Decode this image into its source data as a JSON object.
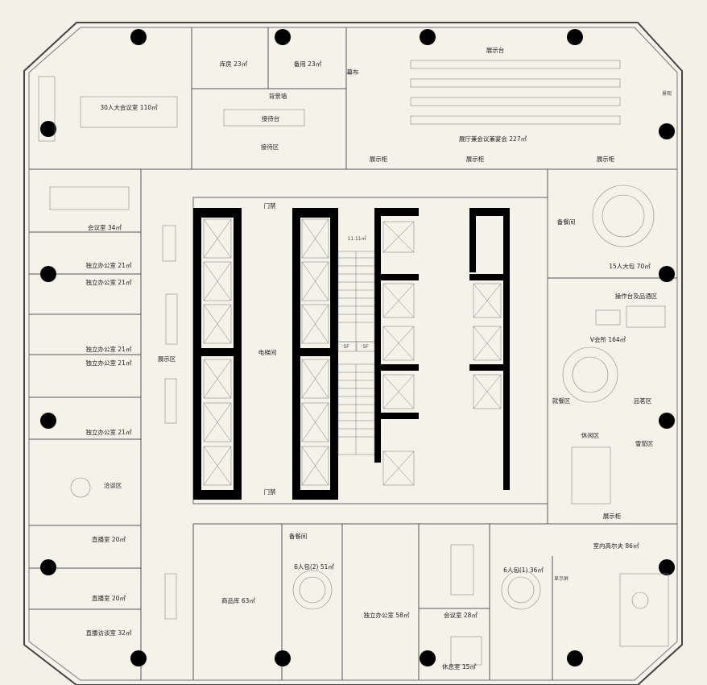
{
  "rooms": {
    "conference30": "30人大会议室 110㎡",
    "storage": "库房 23㎡",
    "spare": "备用 23㎡",
    "curtain": "幕布",
    "backdrop": "背景墙",
    "reception_desk": "接待台",
    "reception_area": "接待区",
    "exhibit_stage": "展示台",
    "hall": "展厅兼会议兼宴会 227㎡",
    "scenery": "景观",
    "display_cabinet": "展示柜",
    "meeting34": "会议室 34㎡",
    "office1": "独立办公室 21㎡",
    "office2": "独立办公室 21㎡",
    "office3": "独立办公室 21㎡",
    "office4": "独立办公室 21㎡",
    "office5": "独立办公室 21㎡",
    "exhibit_area": "展示区",
    "access": "门禁",
    "elevator": "电梯间",
    "area_small": "11.11㎡",
    "sf": "SF",
    "pantry": "备餐间",
    "private15": "15人大包 70㎡",
    "bar": "操作台及品酒区",
    "vclub": "V会所 164㎡",
    "dining": "就餐区",
    "tasting": "品茗区",
    "leisure": "休闲区",
    "cigar": "雪茄区",
    "negotiation": "洽谈区",
    "live1": "直播室 20㎡",
    "live2": "直播室 20㎡",
    "live_interview": "直播访谈室 32㎡",
    "warehouse": "商品库 63㎡",
    "private6b": "6人包(2) 51㎡",
    "office58": "独立办公室 58㎡",
    "meeting28": "会议室 28㎡",
    "rest": "休息室 15㎡",
    "private6a": "6人包(1) 36㎡",
    "golf": "室内高尔夫 86㎡",
    "screen": "显示屏"
  }
}
